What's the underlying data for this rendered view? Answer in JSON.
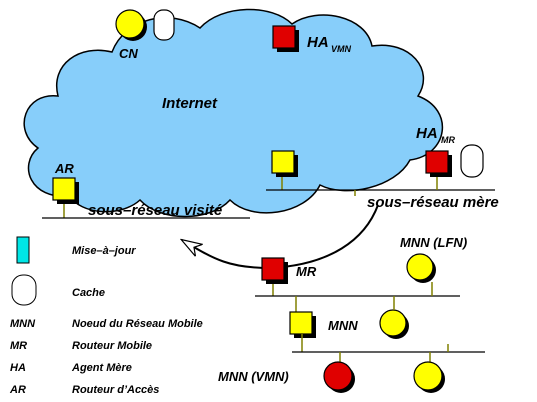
{
  "labels": {
    "internet": "Internet",
    "cn": "CN",
    "ha_vmn": "HA",
    "ha_vmn_sub": "VMN",
    "ha_mr": "HA",
    "ha_mr_sub": "MR",
    "ar": "AR",
    "visited_subnet": "sous–réseau visité",
    "home_subnet": "sous–réseau mère",
    "mr": "MR",
    "mnn_lfn": "MNN (LFN)",
    "mnn": "MNN",
    "mnn_vmn": "MNN (VMN)"
  },
  "legend": {
    "update": "Mise–à–jour",
    "cache": "Cache",
    "items": [
      {
        "abbr": "MNN",
        "desc": "Noeud du Réseau Mobile"
      },
      {
        "abbr": "MR",
        "desc": "Routeur Mobile"
      },
      {
        "abbr": "HA",
        "desc": "Agent Mère"
      },
      {
        "abbr": "AR",
        "desc": "Routeur d’Accès"
      }
    ]
  },
  "colors": {
    "cloud": "#87cefa",
    "router": "#ffff00",
    "home_agent": "#e00000",
    "node_yellow": "#ffff00",
    "node_red": "#e00000",
    "update_box": "#00e6e6",
    "link_marker": "#808000",
    "shadow": "#000000"
  }
}
